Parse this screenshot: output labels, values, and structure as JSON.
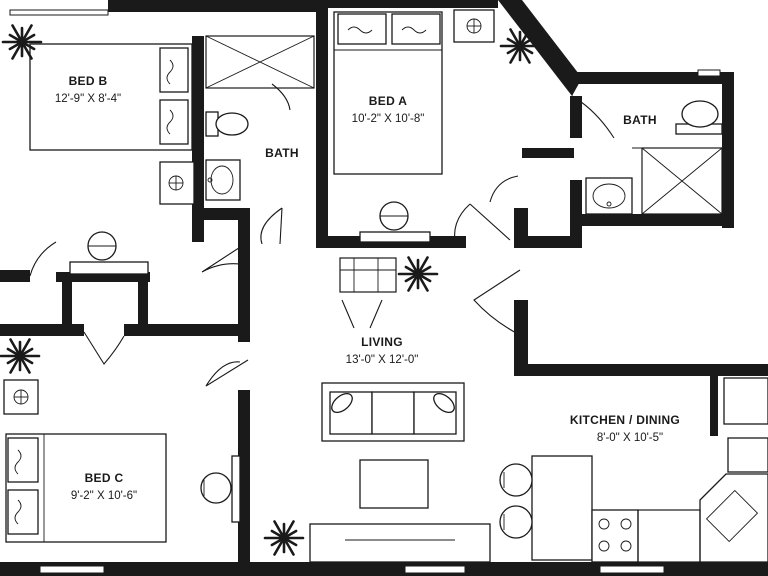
{
  "rooms": {
    "bed_b": {
      "name": "BED B",
      "dims": "12'-9\" X 8'-4\""
    },
    "bed_a": {
      "name": "BED A",
      "dims": "10'-2\" X 10'-8\""
    },
    "bath_1": {
      "name": "BATH"
    },
    "bath_2": {
      "name": "BATH"
    },
    "living": {
      "name": "LIVING",
      "dims": "13'-0\" X 12'-0\""
    },
    "kitchen": {
      "name": "KITCHEN  / DINING",
      "dims": "8'-0\" X 10'-5\""
    },
    "bed_c": {
      "name": "BED C",
      "dims": "9'-2\" X 10'-6\""
    }
  },
  "colors": {
    "walls": "#1a1a1a",
    "background": "#ffffff"
  },
  "icons": [
    "plant-icon",
    "bed-icon",
    "toilet-icon",
    "sink-icon",
    "shower-icon",
    "sofa-icon",
    "table-icon",
    "chair-icon",
    "lamp-icon",
    "stove-icon",
    "door-swing-icon"
  ]
}
